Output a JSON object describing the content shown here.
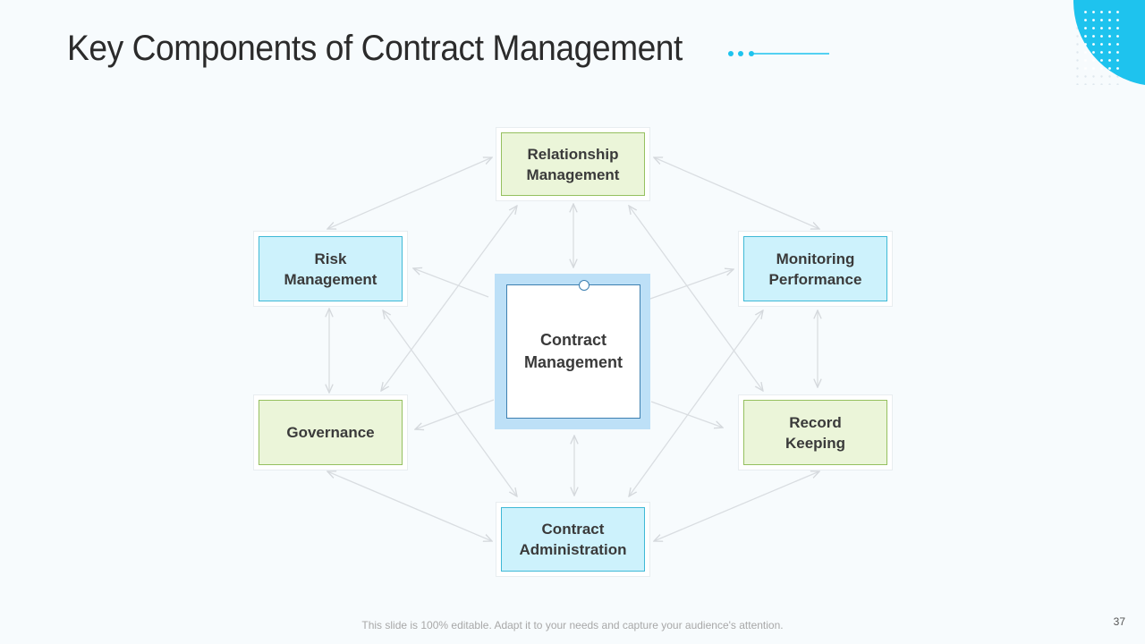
{
  "slide": {
    "title": "Key Components of Contract Management",
    "footer": "This slide is 100% editable. Adapt it to your needs and capture your audience's attention.",
    "page_number": "37"
  },
  "diagram": {
    "center": {
      "line1": "Contract",
      "line2": "Management"
    },
    "nodes": {
      "relationship": {
        "line1": "Relationship",
        "line2": "Management"
      },
      "risk": {
        "line1": "Risk",
        "line2": "Management"
      },
      "monitoring": {
        "line1": "Monitoring",
        "line2": "Performance"
      },
      "governance": {
        "line1": "Governance"
      },
      "record": {
        "line1": "Record",
        "line2": "Keeping"
      },
      "administration": {
        "line1": "Contract",
        "line2": "Administration"
      }
    }
  },
  "colors": {
    "green_fill": "#ebf5d9",
    "green_border": "#95c05f",
    "blue_fill": "#cdf2fc",
    "blue_border": "#3fb9d6",
    "accent": "#1ec3ee",
    "center_frame": "#bde0f7"
  }
}
